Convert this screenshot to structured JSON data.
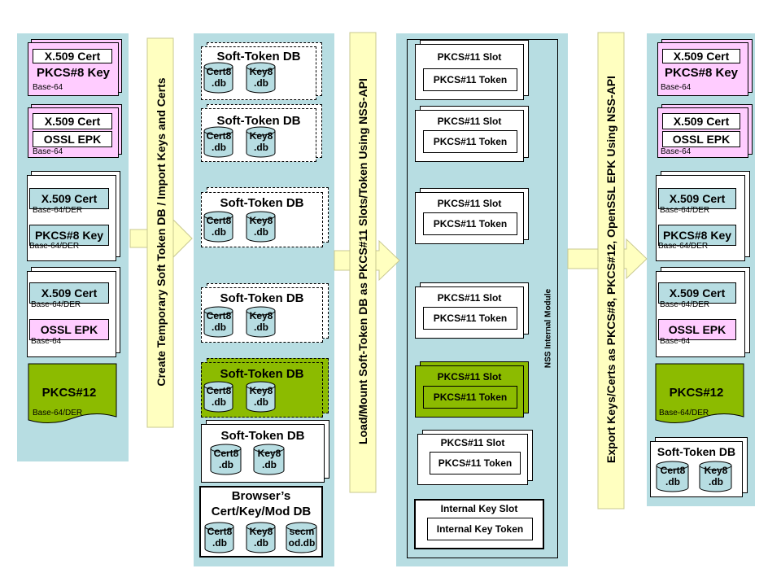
{
  "labels": {
    "x509_cert": "X.509 Cert",
    "pkcs8_key": "PKCS#8 Key",
    "ossl_epk": "OSSL EPK",
    "pkcs12": "PKCS#12",
    "base64": "Base-64",
    "base64_der": "Base-64/DER",
    "soft_token_db": "Soft-Token DB",
    "cert8_db": "Cert8 .db",
    "key8_db": "Key8 .db",
    "secmod_db": "secm od.db",
    "browser_db_line1": "Browser’s",
    "browser_db_line2": "Cert/Key/Mod DB",
    "pkcs11_slot": "PKCS#11 Slot",
    "pkcs11_token": "PKCS#11 Token",
    "internal_key_slot": "Internal Key Slot",
    "internal_key_token": "Internal Key Token",
    "nss_internal_module": "NSS Internal Module"
  },
  "arrows": {
    "create": "Create Temporary Soft Token DB / Import Keys and Certs",
    "load": "Load/Mount Soft-Token DB as PKCS#11 Slots/Token  Using NSS-API",
    "export": "Export  Keys/Certs as PKCS#8, PKCS#12, OpenSSL EPK Using NSS-API"
  },
  "colors": {
    "panel": "#b7dde2",
    "pink": "#ffccff",
    "green": "#8cbb00",
    "arrow": "#ffffc0"
  }
}
